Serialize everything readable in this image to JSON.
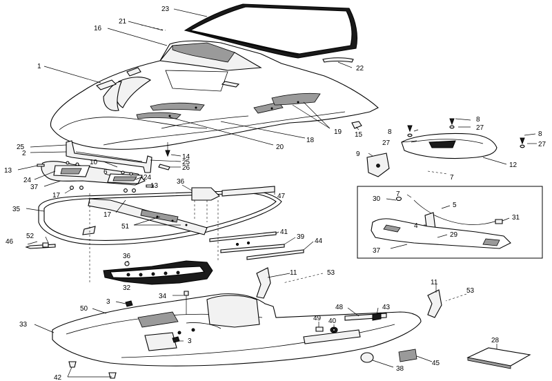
{
  "callouts": [
    {
      "id": "c23",
      "text": "23"
    },
    {
      "id": "c21",
      "text": "21"
    },
    {
      "id": "c16",
      "text": "16"
    },
    {
      "id": "c1",
      "text": "1"
    },
    {
      "id": "c22",
      "text": "22"
    },
    {
      "id": "c8a",
      "text": "8"
    },
    {
      "id": "c27a",
      "text": "27"
    },
    {
      "id": "c8b",
      "text": "8"
    },
    {
      "id": "c27b",
      "text": "27"
    },
    {
      "id": "c8c",
      "text": "8"
    },
    {
      "id": "c27c",
      "text": "27"
    },
    {
      "id": "c9",
      "text": "9"
    },
    {
      "id": "c12",
      "text": "12"
    },
    {
      "id": "c7a",
      "text": "7"
    },
    {
      "id": "c15",
      "text": "15"
    },
    {
      "id": "c19",
      "text": "19"
    },
    {
      "id": "c18",
      "text": "18"
    },
    {
      "id": "c20",
      "text": "20"
    },
    {
      "id": "c25a",
      "text": "25"
    },
    {
      "id": "c2",
      "text": "2"
    },
    {
      "id": "c14",
      "text": "14"
    },
    {
      "id": "c25b",
      "text": "25"
    },
    {
      "id": "c26",
      "text": "26"
    },
    {
      "id": "c10",
      "text": "10"
    },
    {
      "id": "c13a",
      "text": "13"
    },
    {
      "id": "c6",
      "text": "6"
    },
    {
      "id": "c24a",
      "text": "24"
    },
    {
      "id": "c24b",
      "text": "24"
    },
    {
      "id": "c37a",
      "text": "37"
    },
    {
      "id": "c13b",
      "text": "13"
    },
    {
      "id": "c36a",
      "text": "36"
    },
    {
      "id": "c17a",
      "text": "17"
    },
    {
      "id": "c47",
      "text": "47"
    },
    {
      "id": "c35",
      "text": "35"
    },
    {
      "id": "c17b",
      "text": "17"
    },
    {
      "id": "c51",
      "text": "51"
    },
    {
      "id": "c52",
      "text": "52"
    },
    {
      "id": "c46",
      "text": "46"
    },
    {
      "id": "c41",
      "text": "41"
    },
    {
      "id": "c39",
      "text": "39"
    },
    {
      "id": "c44",
      "text": "44"
    },
    {
      "id": "c36b",
      "text": "36"
    },
    {
      "id": "c32",
      "text": "32"
    },
    {
      "id": "c7b",
      "text": "7"
    },
    {
      "id": "c30",
      "text": "30"
    },
    {
      "id": "c5",
      "text": "5"
    },
    {
      "id": "c4",
      "text": "4"
    },
    {
      "id": "c31",
      "text": "31"
    },
    {
      "id": "c29",
      "text": "29"
    },
    {
      "id": "c37b",
      "text": "37"
    },
    {
      "id": "c11a",
      "text": "11"
    },
    {
      "id": "c53a",
      "text": "53"
    },
    {
      "id": "c11b",
      "text": "11"
    },
    {
      "id": "c53b",
      "text": "53"
    },
    {
      "id": "c3a",
      "text": "3"
    },
    {
      "id": "c34",
      "text": "34"
    },
    {
      "id": "c50",
      "text": "50"
    },
    {
      "id": "c48",
      "text": "48"
    },
    {
      "id": "c43",
      "text": "43"
    },
    {
      "id": "c49",
      "text": "49"
    },
    {
      "id": "c40",
      "text": "40"
    },
    {
      "id": "c3b",
      "text": "3"
    },
    {
      "id": "c33",
      "text": "33"
    },
    {
      "id": "c28",
      "text": "28"
    },
    {
      "id": "c38",
      "text": "38"
    },
    {
      "id": "c45",
      "text": "45"
    },
    {
      "id": "c42",
      "text": "42"
    }
  ]
}
